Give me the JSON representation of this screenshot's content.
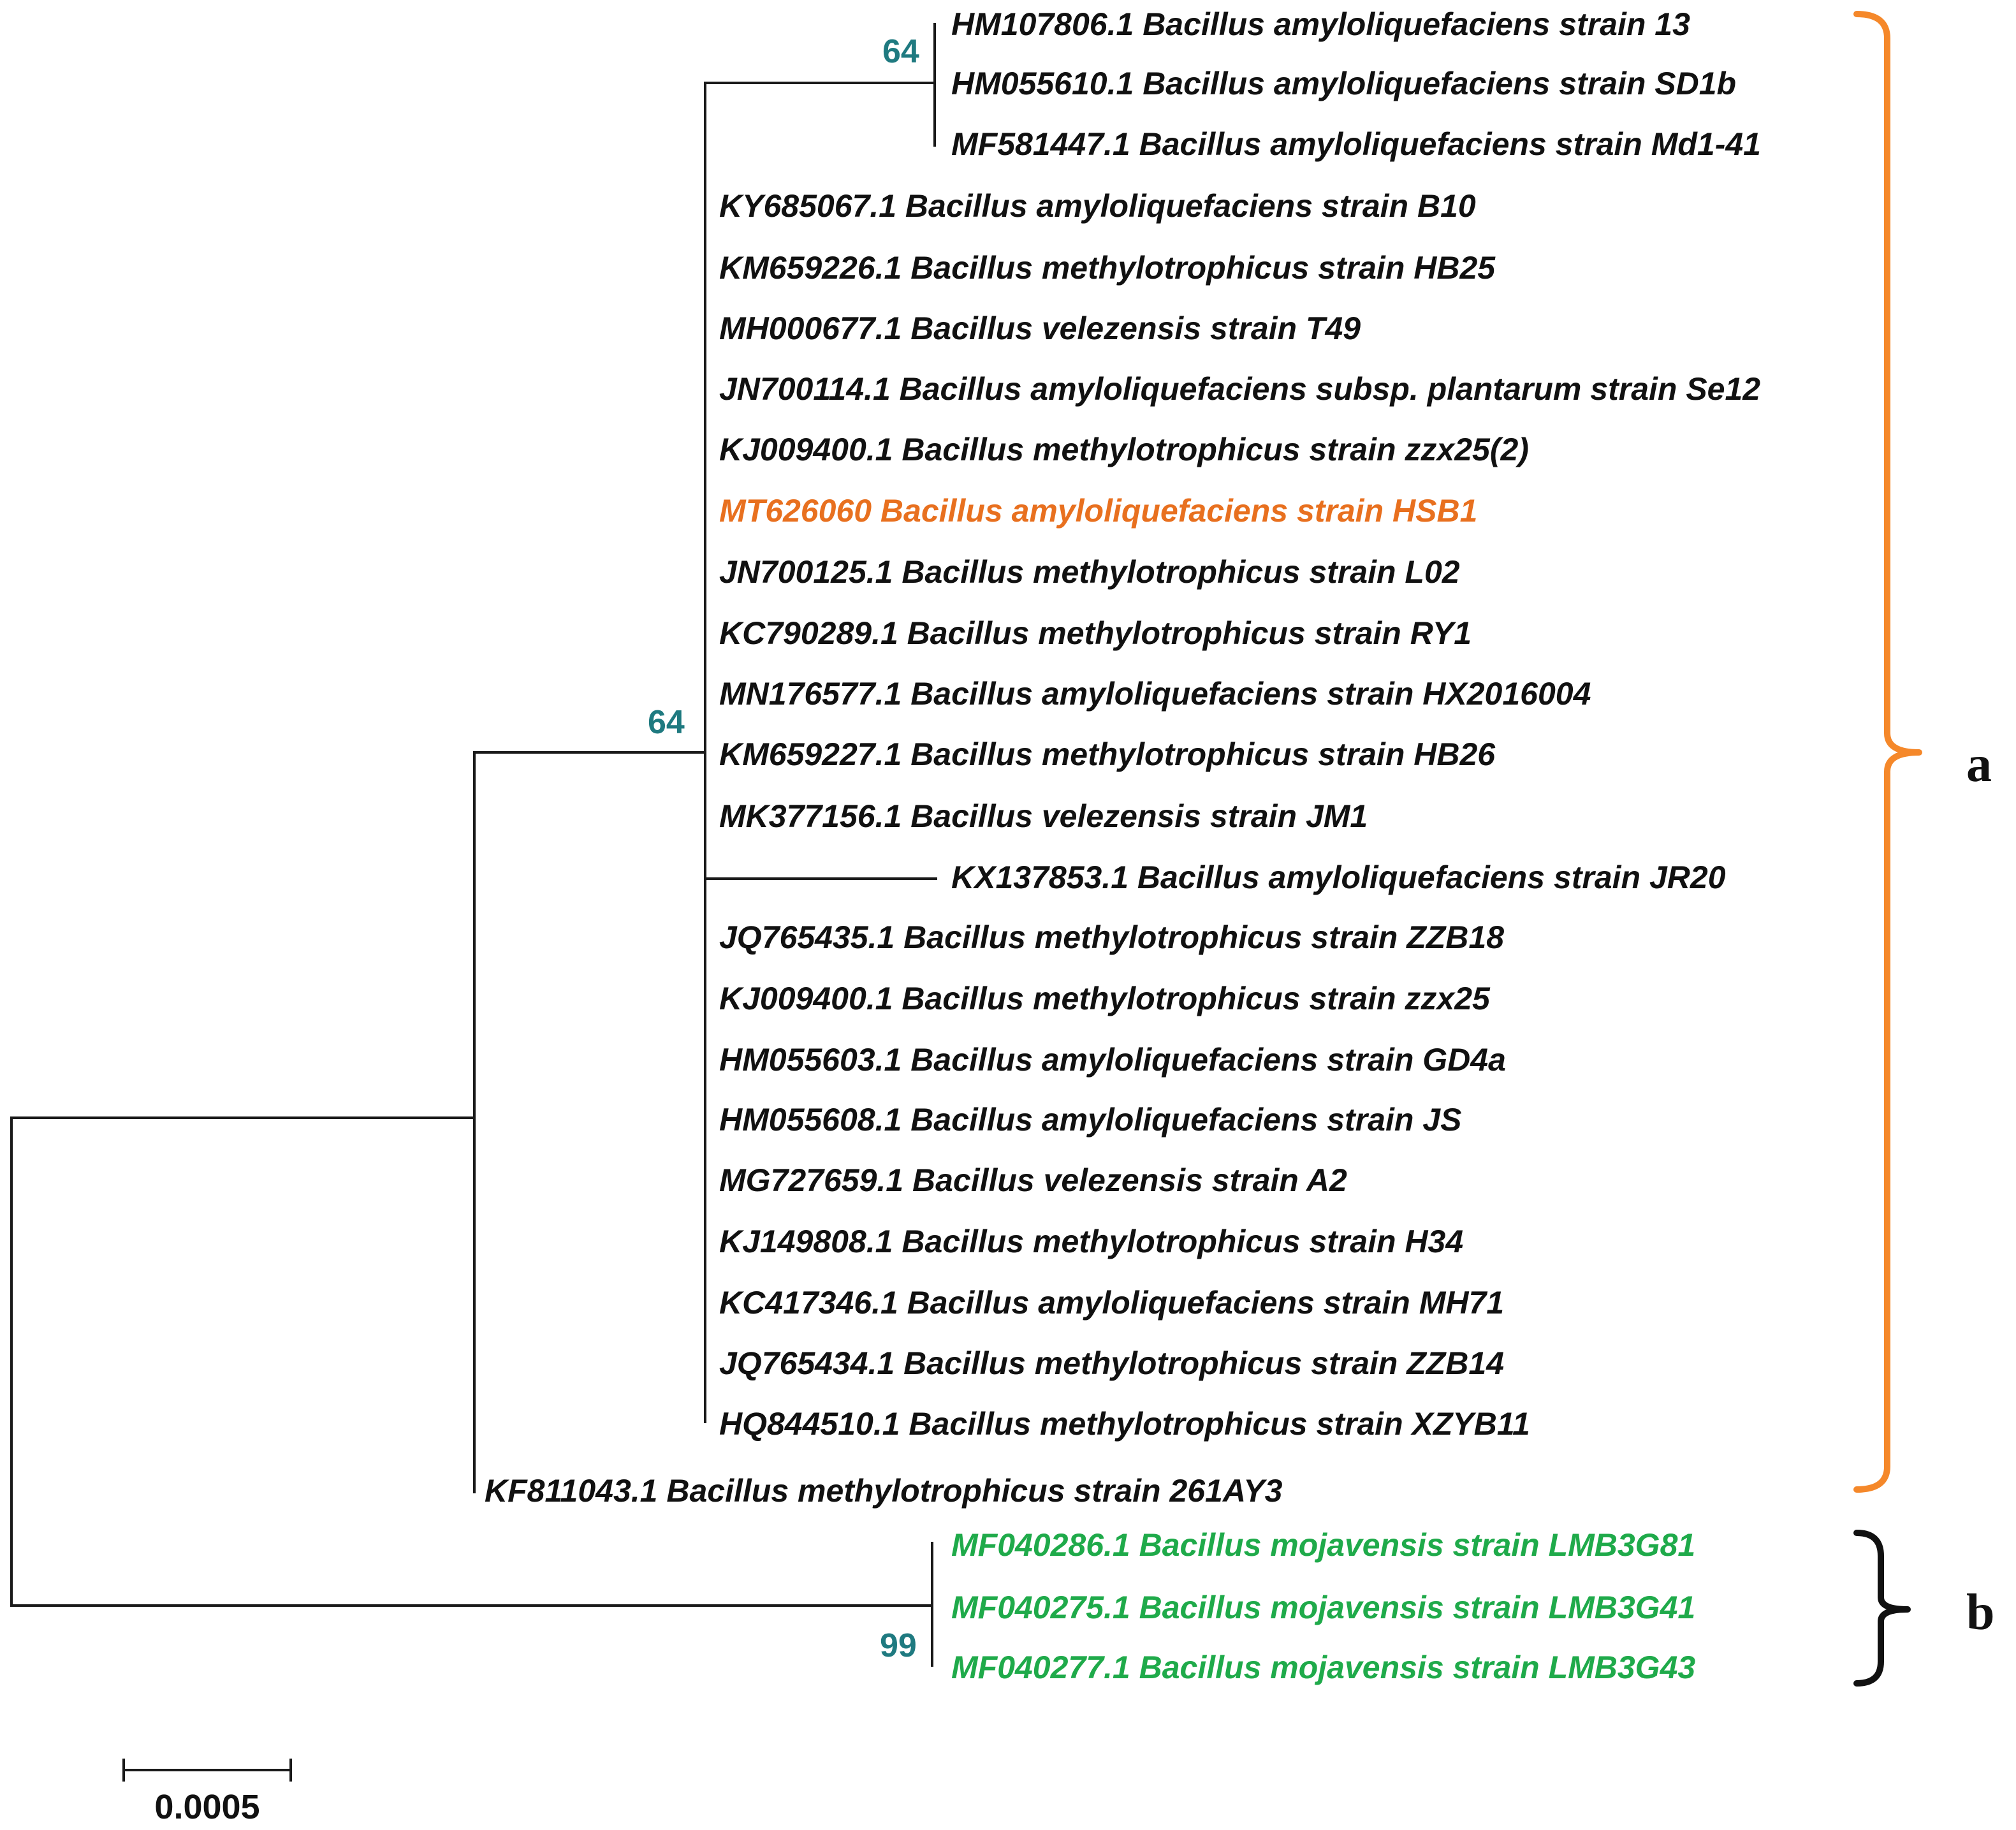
{
  "colors": {
    "default": "#111111",
    "highlight": "#e8701f",
    "outgroup": "#1faa4a",
    "support": "#1f7a80",
    "bracket_a": "#f5882a",
    "bracket_b": "#111111"
  },
  "taxa": [
    {
      "label": "HM107806.1 Bacillus amyloliquefaciens strain 13",
      "group": "default"
    },
    {
      "label": "HM055610.1 Bacillus amyloliquefaciens strain SD1b",
      "group": "default"
    },
    {
      "label": "MF581447.1 Bacillus amyloliquefaciens strain Md1-41",
      "group": "default"
    },
    {
      "label": "KY685067.1 Bacillus amyloliquefaciens strain B10",
      "group": "default"
    },
    {
      "label": "KM659226.1 Bacillus methylotrophicus strain HB25",
      "group": "default"
    },
    {
      "label": "MH000677.1 Bacillus velezensis strain T49",
      "group": "default"
    },
    {
      "label": "JN700114.1 Bacillus amyloliquefaciens subsp. plantarum strain Se12",
      "group": "default"
    },
    {
      "label": "KJ009400.1 Bacillus methylotrophicus strain zzx25(2)",
      "group": "default"
    },
    {
      "label": "MT626060 Bacillus amyloliquefaciens strain HSB1",
      "group": "highlight"
    },
    {
      "label": "JN700125.1 Bacillus methylotrophicus strain L02",
      "group": "default"
    },
    {
      "label": "KC790289.1 Bacillus methylotrophicus strain RY1",
      "group": "default"
    },
    {
      "label": "MN176577.1 Bacillus amyloliquefaciens strain HX2016004",
      "group": "default"
    },
    {
      "label": "KM659227.1 Bacillus methylotrophicus strain HB26",
      "group": "default"
    },
    {
      "label": "MK377156.1 Bacillus velezensis strain JM1",
      "group": "default"
    },
    {
      "label": "KX137853.1 Bacillus amyloliquefaciens strain JR20",
      "group": "default"
    },
    {
      "label": "JQ765435.1 Bacillus methylotrophicus strain ZZB18",
      "group": "default"
    },
    {
      "label": "KJ009400.1 Bacillus methylotrophicus strain zzx25",
      "group": "default"
    },
    {
      "label": "HM055603.1 Bacillus amyloliquefaciens strain GD4a",
      "group": "default"
    },
    {
      "label": "HM055608.1 Bacillus amyloliquefaciens strain JS",
      "group": "default"
    },
    {
      "label": "MG727659.1 Bacillus velezensis strain A2",
      "group": "default"
    },
    {
      "label": "KJ149808.1 Bacillus methylotrophicus strain H34",
      "group": "default"
    },
    {
      "label": "KC417346.1 Bacillus amyloliquefaciens strain MH71",
      "group": "default"
    },
    {
      "label": "JQ765434.1 Bacillus methylotrophicus strain ZZB14",
      "group": "default"
    },
    {
      "label": "HQ844510.1 Bacillus methylotrophicus strain XZYB11",
      "group": "default"
    },
    {
      "label": "KF811043.1 Bacillus methylotrophicus strain 261AY3",
      "group": "default"
    },
    {
      "label": "MF040286.1 Bacillus mojavensis strain LMB3G81",
      "group": "outgroup"
    },
    {
      "label": "MF040275.1 Bacillus mojavensis strain LMB3G41",
      "group": "outgroup"
    },
    {
      "label": "MF040277.1 Bacillus mojavensis strain LMB3G43",
      "group": "outgroup"
    }
  ],
  "support_values": [
    "64",
    "64",
    "99"
  ],
  "clades": [
    {
      "label": "a"
    },
    {
      "label": "b"
    }
  ],
  "scale_bar": {
    "label": "0.0005",
    "length": 0.0005
  }
}
